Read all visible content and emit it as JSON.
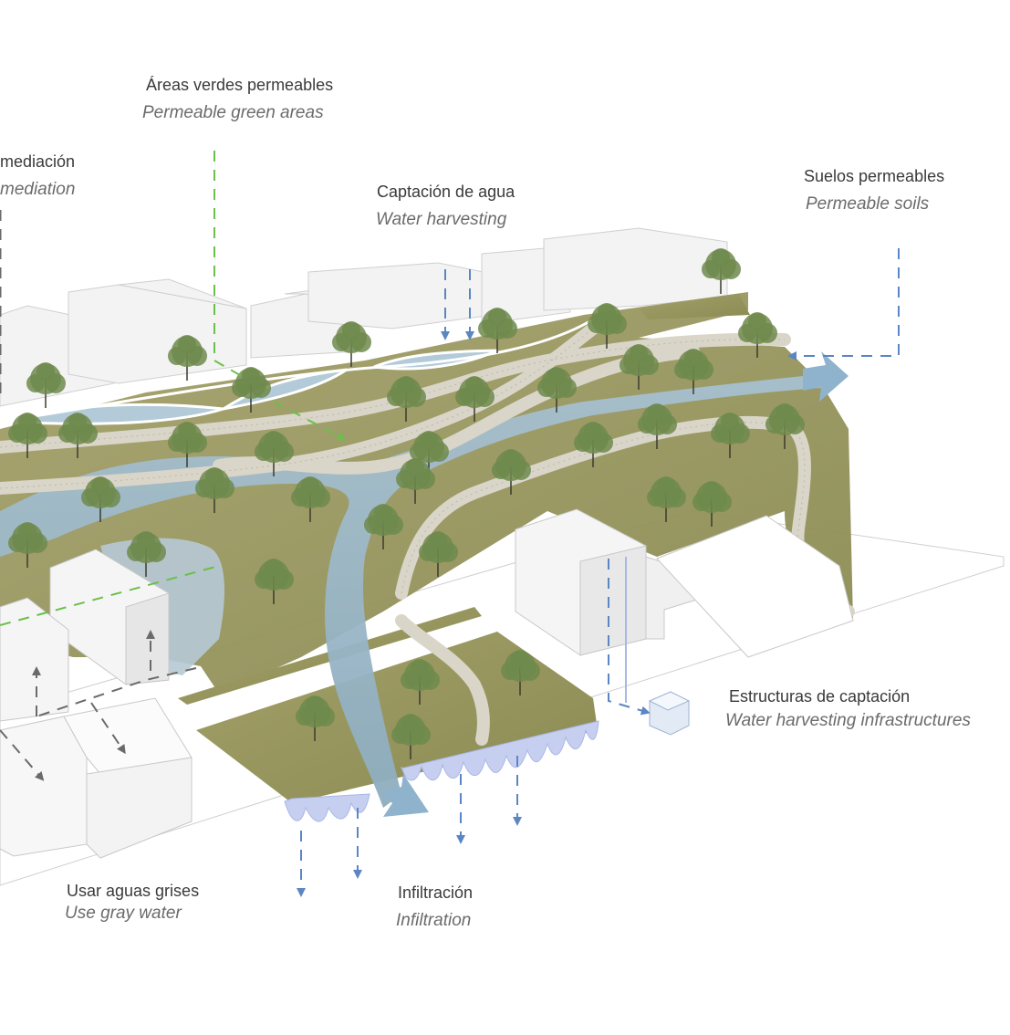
{
  "labels": {
    "green_areas": {
      "es": "Áreas verdes permeables",
      "en": "Permeable green areas"
    },
    "remediation": {
      "es": "mediación",
      "en": "mediation"
    },
    "harvesting": {
      "es": "Captación de agua",
      "en": "Water harvesting"
    },
    "soils": {
      "es": "Suelos permeables",
      "en": "Permeable soils"
    },
    "structures": {
      "es": "Estructuras de captación",
      "en": "Water harvesting infrastructures"
    },
    "gray_water": {
      "es": "Usar aguas grises",
      "en": "Use gray water"
    },
    "infiltration": {
      "es": "Infiltración",
      "en": "Infiltration"
    }
  },
  "colors": {
    "water_flow": "#5b86c4",
    "green_flow": "#6cbf4a",
    "gray_flow": "#6a6a6a",
    "ground": "#9a9560",
    "river": "#9fb9c8",
    "path": "#d8d4c6",
    "building": "#f2f2f2"
  }
}
